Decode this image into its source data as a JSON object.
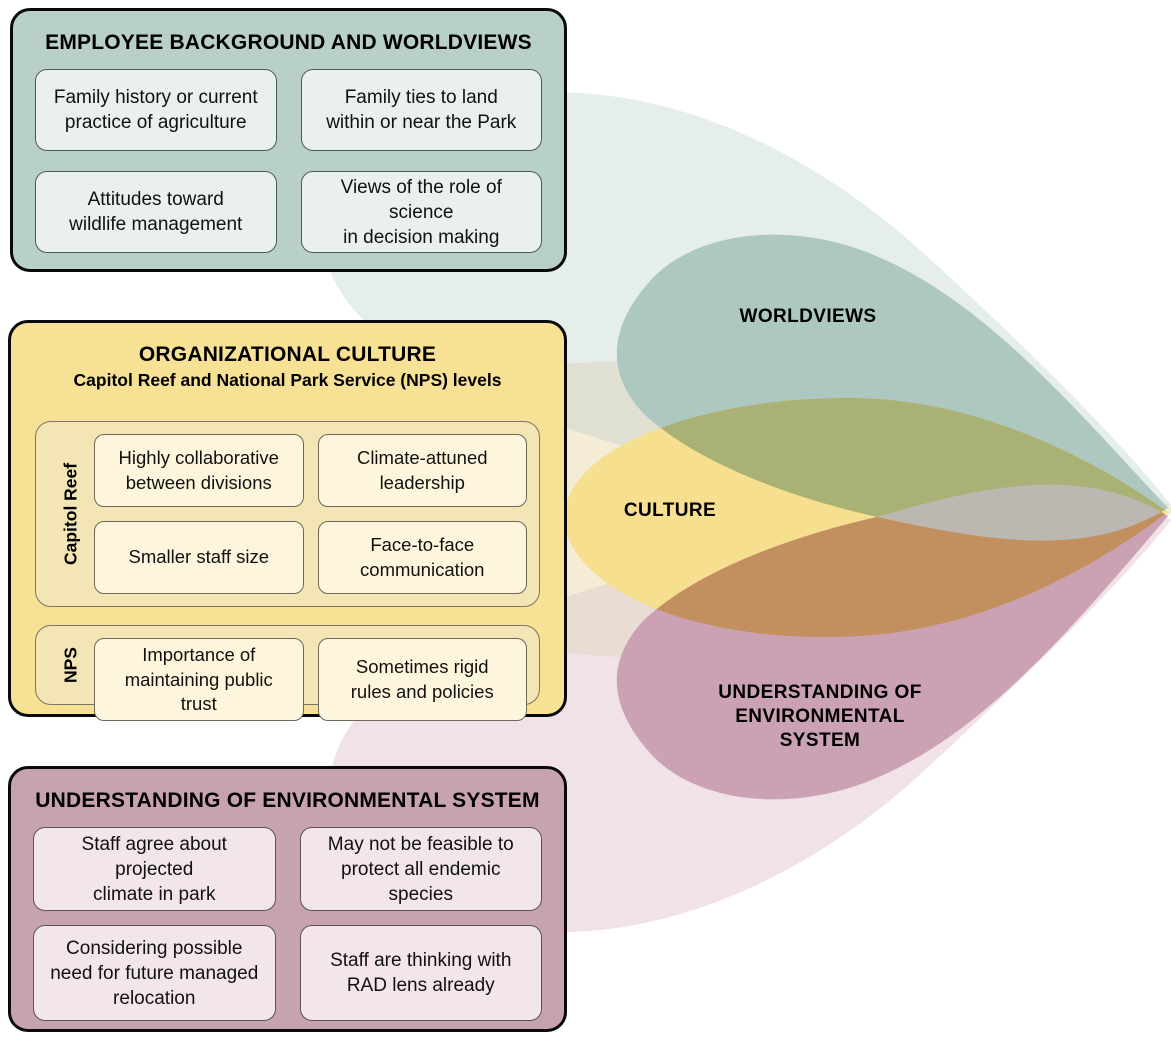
{
  "employee_box": {
    "title": "EMPLOYEE BACKGROUND AND WORLDVIEWS",
    "items": [
      "Family history or current\npractice of agriculture",
      "Family ties to land\nwithin or near the Park",
      "Attitudes toward\nwildlife management",
      "Views of the role of science\nin decision making"
    ]
  },
  "culture_box": {
    "title": "ORGANIZATIONAL CULTURE",
    "subtitle": "Capitol Reef and National Park Service (NPS) levels",
    "groups": [
      {
        "label": "Capitol Reef",
        "items": [
          "Highly collaborative\nbetween divisions",
          "Climate-attuned\nleadership",
          "Smaller staff size",
          "Face-to-face\ncommunication"
        ]
      },
      {
        "label": "NPS",
        "items": [
          "Importance of\nmaintaining public trust",
          "Sometimes rigid\nrules and policies"
        ]
      }
    ]
  },
  "environment_box": {
    "title": "UNDERSTANDING OF ENVIRONMENTAL SYSTEM",
    "items": [
      "Staff agree about projected\nclimate in park",
      "May not be feasible to\nprotect all endemic species",
      "Considering possible\nneed for future managed\nrelocation",
      "Staff are thinking with\nRAD lens already"
    ]
  },
  "venn": {
    "worldviews_label": "WORLDVIEWS",
    "culture_label": "CULTURE",
    "environment_label": "UNDERSTANDING OF\nENVIRONMENTAL\nSYSTEM"
  },
  "colors": {
    "worldviews_petal": "#adc8c1",
    "culture_petal": "#f6df8e",
    "environment_petal": "#cba2b3",
    "worldviews_culture_overlap": "#aab175",
    "culture_environment_overlap": "#c28f5e",
    "worldviews_environment_overlap": "#bdb7b1",
    "worldviews_petal_faded": "#e6eeec",
    "culture_petal_faded": "#f4ecd5",
    "environment_petal_faded": "#f0e2e7",
    "faded_worldviews_culture_overlap": "#dfe0d1",
    "faded_culture_environment_overlap": "#e9dcd2",
    "faded_worldviews_environment_overlap": "#e2e3df",
    "employee_box_bg": "#b9cfca",
    "employee_item_bg": "#e9f0ee",
    "culture_box_bg": "#f7e195",
    "culture_group_bg": "#f3e5b4",
    "culture_item_bg": "#fdf6dc",
    "environment_box_bg": "#c7a3b1",
    "environment_item_bg": "#f2e6ea",
    "panel_border": "#0a0a0a"
  }
}
